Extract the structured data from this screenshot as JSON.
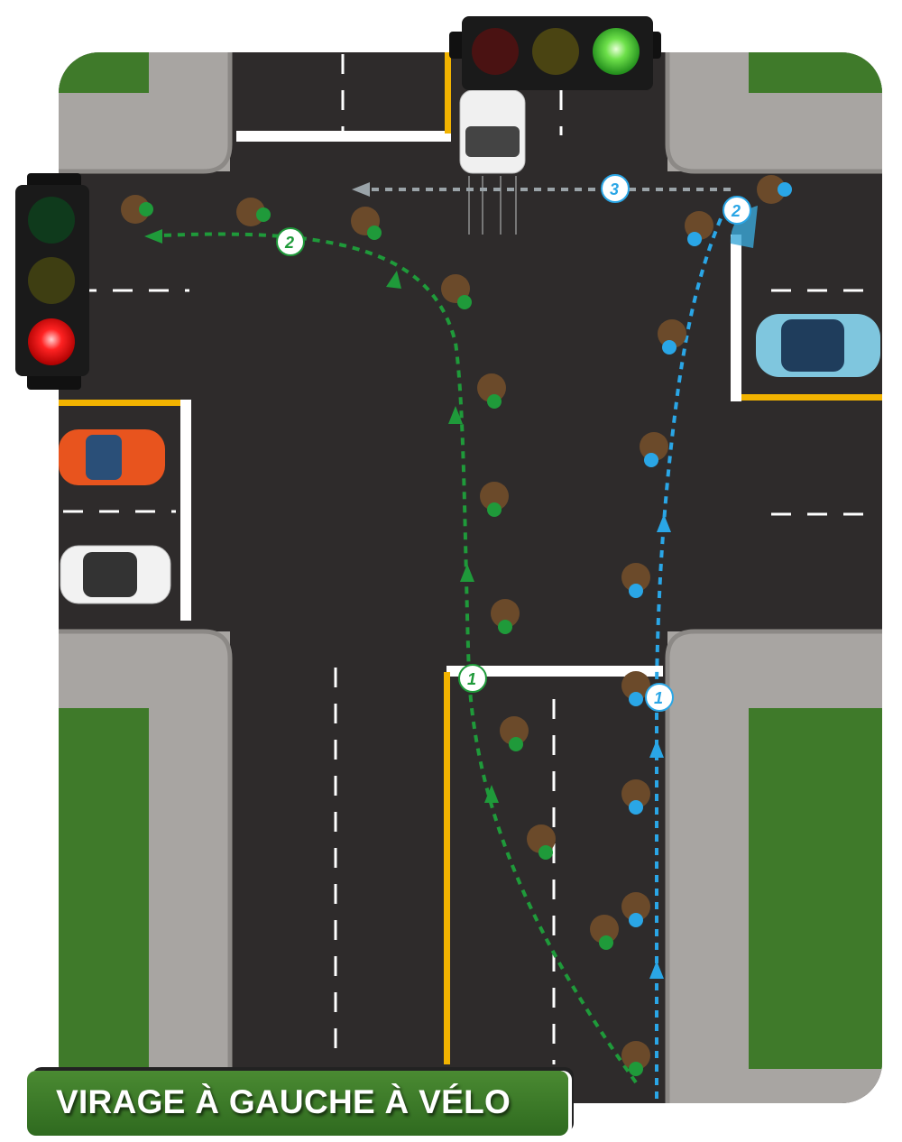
{
  "title": "VIRAGE À GAUCHE À VÉLO",
  "markers": {
    "green_1": "1",
    "green_2": "2",
    "blue_1": "1",
    "blue_2": "2",
    "grey_3": "3"
  },
  "colors": {
    "asphalt": "#2e2b2b",
    "sidewalk": "#a8a5a2",
    "grass": "#3f7a2a",
    "green_path": "#1f9a3a",
    "blue_path": "#2aa6e6",
    "grey_path": "#9aa3a8",
    "curb_yellow": "#f2b300",
    "banner": "#3a7a28"
  },
  "traffic_lights": {
    "top": {
      "active": "green"
    },
    "left": {
      "active": "red"
    }
  }
}
